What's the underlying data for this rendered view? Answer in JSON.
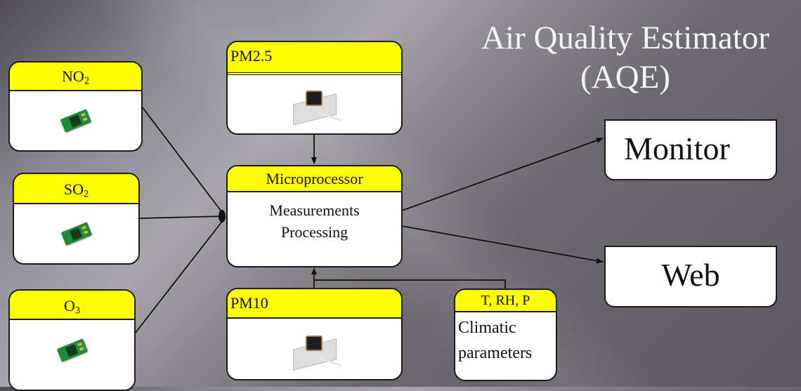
{
  "title": {
    "line1": "Air Quality Estimator",
    "line2": "(AQE)"
  },
  "sensors": {
    "no2": {
      "label_main": "NO",
      "label_sub": "2",
      "image": "gas-sensor-board"
    },
    "so2": {
      "label_main": "SO",
      "label_sub": "2",
      "image": "gas-sensor-board"
    },
    "o3": {
      "label_main": "O",
      "label_sub": "3",
      "image": "gas-sensor-board"
    },
    "pm25": {
      "label": "PM2.5",
      "image": "particulate-sensor"
    },
    "pm10": {
      "label": "PM10",
      "image": "particulate-sensor"
    },
    "climatic": {
      "label": "T, RH, P",
      "description_line1": "Climatic",
      "description_line2": "parameters"
    }
  },
  "processor": {
    "label": "Microprocessor",
    "line1": "Measurements",
    "line2": "Processing"
  },
  "outputs": {
    "monitor": "Monitor",
    "web": "Web"
  },
  "colors": {
    "header_yellow": "#ffff00",
    "title_text": "#f4f4f4",
    "connector": "#111111"
  },
  "connections": [
    {
      "from": "NO2",
      "to": "Microprocessor"
    },
    {
      "from": "SO2",
      "to": "Microprocessor"
    },
    {
      "from": "O3",
      "to": "Microprocessor"
    },
    {
      "from": "PM2.5",
      "to": "Microprocessor"
    },
    {
      "from": "PM10",
      "to": "Microprocessor"
    },
    {
      "from": "T, RH, P",
      "to": "Microprocessor"
    },
    {
      "from": "Microprocessor",
      "to": "Monitor"
    },
    {
      "from": "Microprocessor",
      "to": "Web"
    }
  ]
}
